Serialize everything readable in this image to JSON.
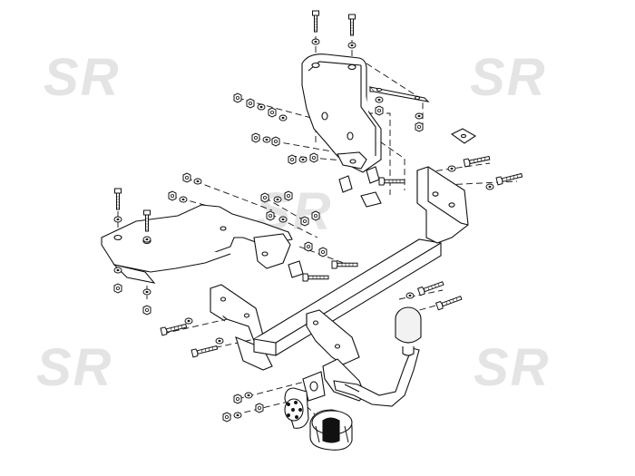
{
  "diagram": {
    "watermark_text": "SR",
    "colors": {
      "line": "#111111",
      "fill": "#ffffff",
      "watermark": "#e4e4e4",
      "ball_fill": "#f2f2f2"
    },
    "parts": [
      "left-side-bracket",
      "right-side-bracket",
      "upper-mounting-plate",
      "cross-beam",
      "hitch-bar",
      "tow-ball-neck",
      "tow-ball",
      "ball-cover",
      "socket-plate",
      "electrical-socket",
      "bolts",
      "washers",
      "nuts",
      "support-strap",
      "clamp-plate"
    ]
  }
}
